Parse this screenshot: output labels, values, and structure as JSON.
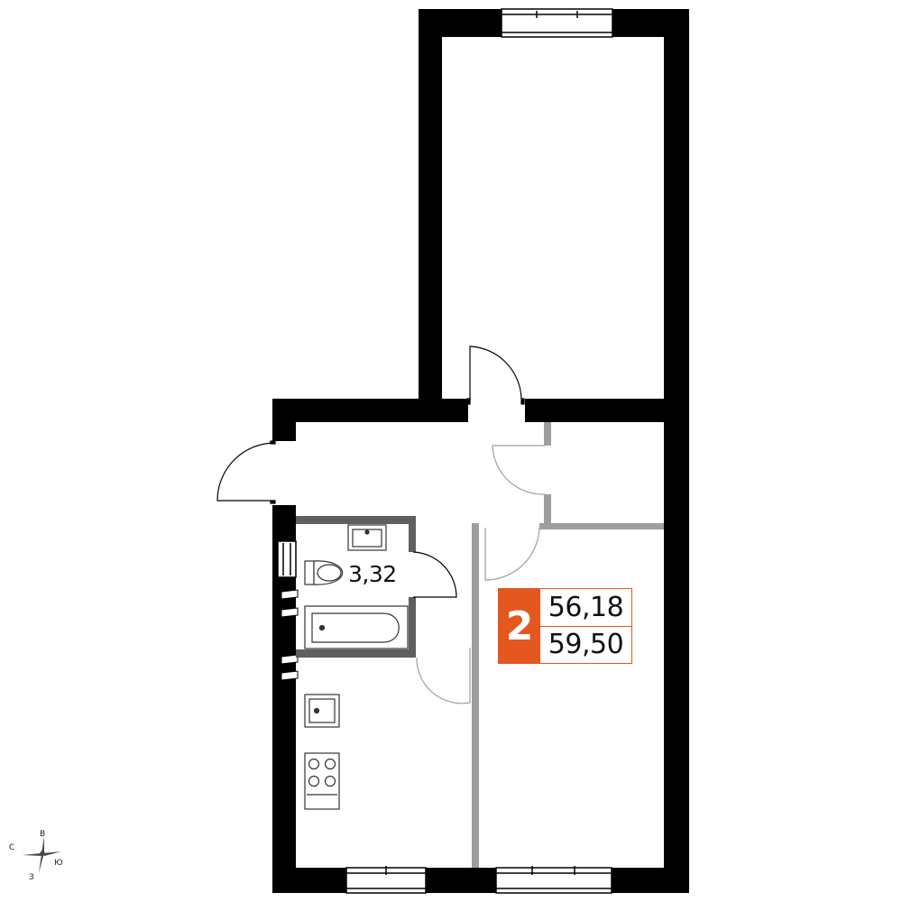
{
  "apartment": {
    "rooms_count": "2",
    "living_area": "56,18",
    "total_area": "59,50",
    "accent_color": "#e4571e"
  },
  "bathroom": {
    "area": "3,32"
  },
  "compass": {
    "north": "С",
    "east": "В",
    "south": "Ю",
    "west": "З"
  },
  "colors": {
    "wall": "#000000",
    "partition": "#9e9e9e",
    "bath_partition": "#5f5f5f",
    "fixture_stroke": "#333333"
  }
}
